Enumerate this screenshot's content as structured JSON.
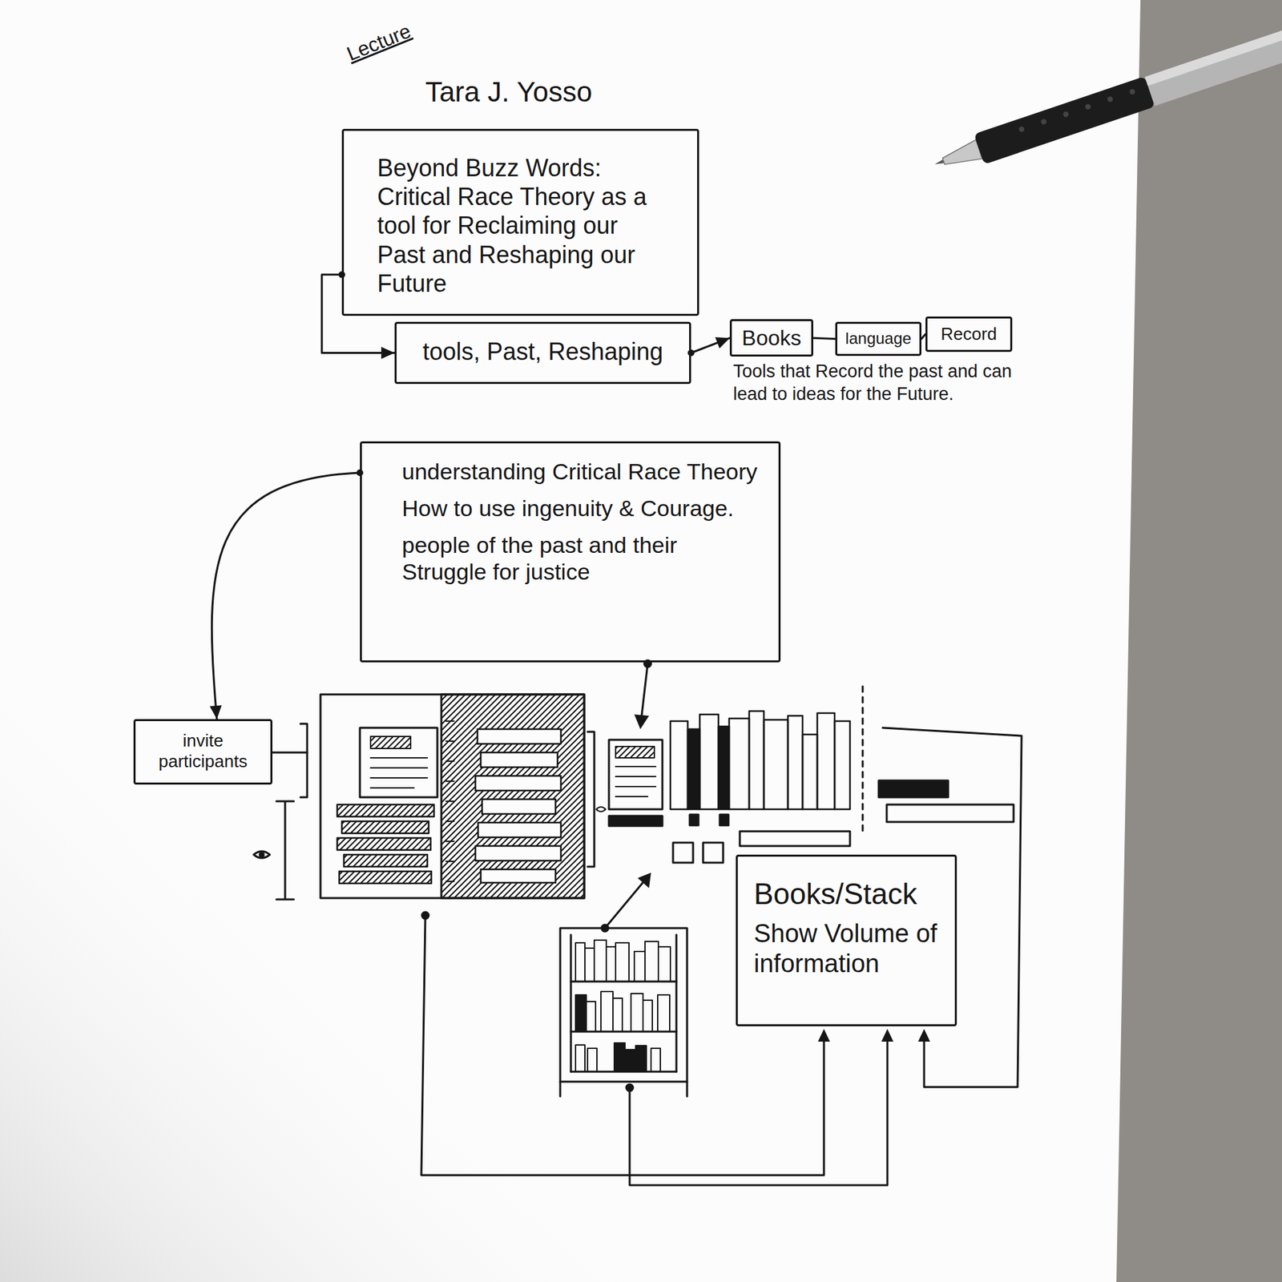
{
  "diagram": {
    "title": "Tara J. Yosso",
    "nodes": [
      {
        "text": [
          "Beyond Buzz Words: Critical Race Theory as a tool for Reclaiming our Past and Reshaping our Future"
        ]
      },
      {
        "text": [
          "tools, Past, Reshaping"
        ]
      },
      {
        "text": [
          "Books"
        ]
      },
      {
        "text": [
          "language"
        ]
      },
      {
        "text": [
          "Record"
        ]
      },
      {
        "text": [
          "understanding Critical Race Theory",
          "How to use ingenuity & Courage.",
          "people of the past and their Struggle for justice"
        ]
      },
      {
        "text": [
          "invite participants"
        ]
      },
      {
        "text": [
          "Books/Stack",
          "Show Volume of information"
        ]
      }
    ],
    "edges": [
      {
        "from": 0,
        "to": 1,
        "arrow": "to"
      },
      {
        "from": 1,
        "to": 2,
        "arrow": "to"
      },
      {
        "from": 2,
        "to": 3,
        "arrow": "none"
      },
      {
        "from": 3,
        "to": 4,
        "arrow": "none"
      },
      {
        "from": 5,
        "to": 6,
        "arrow": "to"
      }
    ],
    "labels": [
      "Lecture",
      "Tools that Record the past and can lead to ideas for the Future."
    ]
  }
}
